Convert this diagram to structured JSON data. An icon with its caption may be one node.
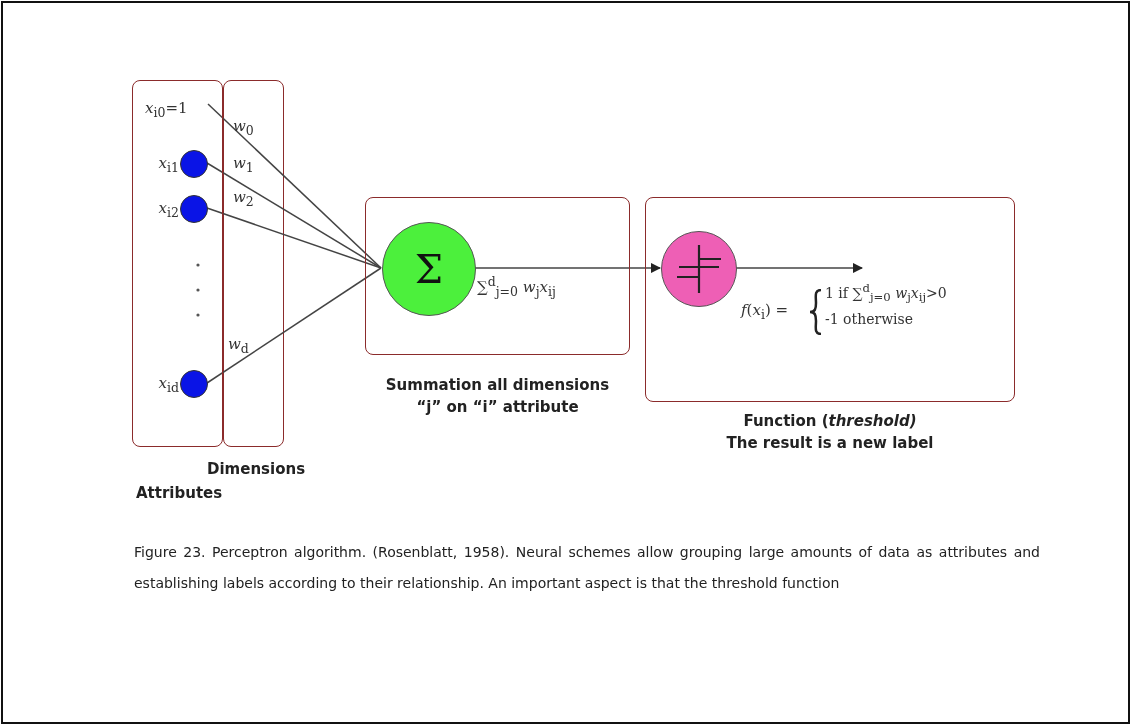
{
  "diagram": {
    "nodes": [
      {
        "text": [
          "Attributes"
        ]
      },
      {
        "text": [
          "*x*$_{i0}$=1"
        ],
        "in": 0
      },
      {
        "text": [],
        "shape": "circle",
        "in": 0,
        "beside": [
          "*x*$_{i1}$"
        ]
      },
      {
        "text": [],
        "shape": "circle",
        "in": 0,
        "beside": [
          "*x*$_{i2}$"
        ]
      },
      {
        "text": [],
        "shape": "circle",
        "in": 0,
        "beside": [
          "*x*$_{id}$"
        ]
      },
      {
        "text": [
          "Summation all dimensions “j” on “i” attribute"
        ]
      },
      {
        "text": [
          "Σ"
        ],
        "in": 5,
        "beside": [
          "∑$^{d}$$_{j=0}$ *w*$_{j}$*x*$_{ij}$"
        ]
      },
      {
        "text": [
          "Function (*threshold)*",
          "The result is a new label"
        ]
      },
      {
        "text": [],
        "shape": "circle",
        "in": 7,
        "beside": [
          "*f*(*x*$_{i}$) =",
          "1  if ∑$^{d}$$_{j=0}$ *w*$_{j}$*x*$_{ij}$>0",
          "-1  otherwise"
        ]
      }
    ],
    "edges": [
      {
        "from": 1,
        "to": 6,
        "arrow": "none",
        "label": "*w*$_{0}$"
      },
      {
        "from": 2,
        "to": 6,
        "arrow": "none",
        "label": "*w*$_{1}$"
      },
      {
        "from": 3,
        "to": 6,
        "arrow": "none",
        "label": "*w*$_{2}$"
      },
      {
        "from": 4,
        "to": 6,
        "arrow": "none",
        "label": "*w*$_{d}$"
      },
      {
        "from": 6,
        "to": 8,
        "arrow": "to"
      },
      {
        "from": 8,
        "to": null,
        "arrow": "to"
      }
    ],
    "labels": [
      "Dimensions"
    ],
    "caption": "Figure 23. Perceptron algorithm. (Rosenblatt, 1958). Neural schemes allow grouping large amounts of data as attributes and establishing labels according to their relationship. An important aspect is that the threshold function"
  }
}
